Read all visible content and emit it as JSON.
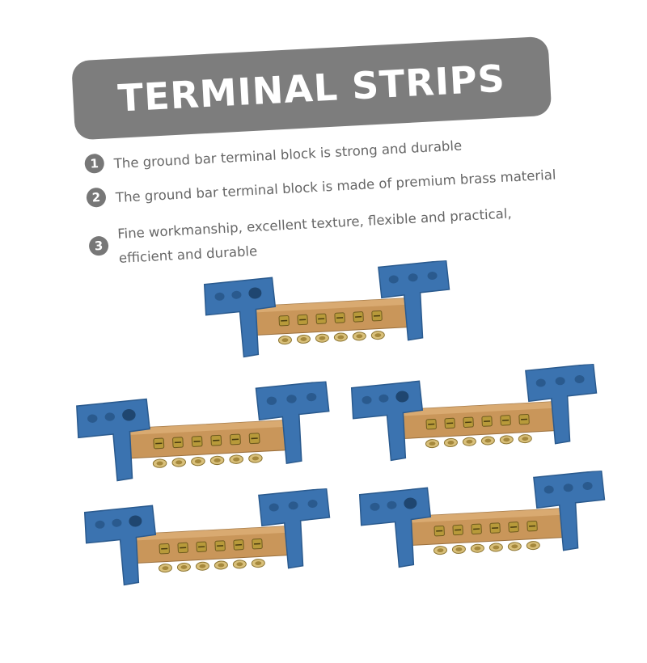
{
  "banner": {
    "title": "TERMINAL STRIPS"
  },
  "features": [
    {
      "number": "1",
      "text": "The ground bar terminal block is strong and durable"
    },
    {
      "number": "2",
      "text": "The ground bar terminal block is made of premium brass material"
    },
    {
      "number": "3",
      "text": "Fine workmanship, excellent texture, flexible and practical, efficient and durable"
    }
  ],
  "product": {
    "name": "terminal-strip",
    "count": 5,
    "colors": {
      "housing": "#3b73b0",
      "housing_dark": "#2a5a8e",
      "bar": "#c9965a",
      "screw": "#b89a3a"
    }
  }
}
